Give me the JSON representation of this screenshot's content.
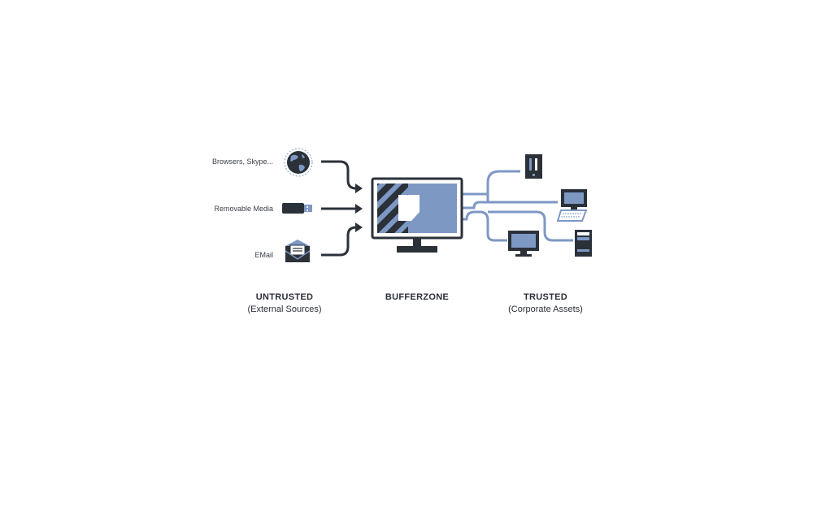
{
  "sources": [
    {
      "label": "Browsers, Skype...",
      "icon": "globe-icon"
    },
    {
      "label": "Removable Media",
      "icon": "usb-drive-icon"
    },
    {
      "label": "EMail",
      "icon": "envelope-icon"
    }
  ],
  "zones": {
    "untrusted": {
      "title": "UNTRUSTED",
      "subtitle": "(External Sources)"
    },
    "bufferzone": {
      "title": "BUFFERZONE"
    },
    "trusted": {
      "title": "TRUSTED",
      "subtitle": "(Corporate Assets)"
    }
  },
  "assets": [
    {
      "icon": "server-tower-icon"
    },
    {
      "icon": "desktop-keyboard-icon"
    },
    {
      "icon": "monitor-icon"
    },
    {
      "icon": "pc-tower-icon"
    }
  ],
  "colors": {
    "dark": "#2b3139",
    "accent": "#7e98c4",
    "text": "#3a3f47"
  }
}
